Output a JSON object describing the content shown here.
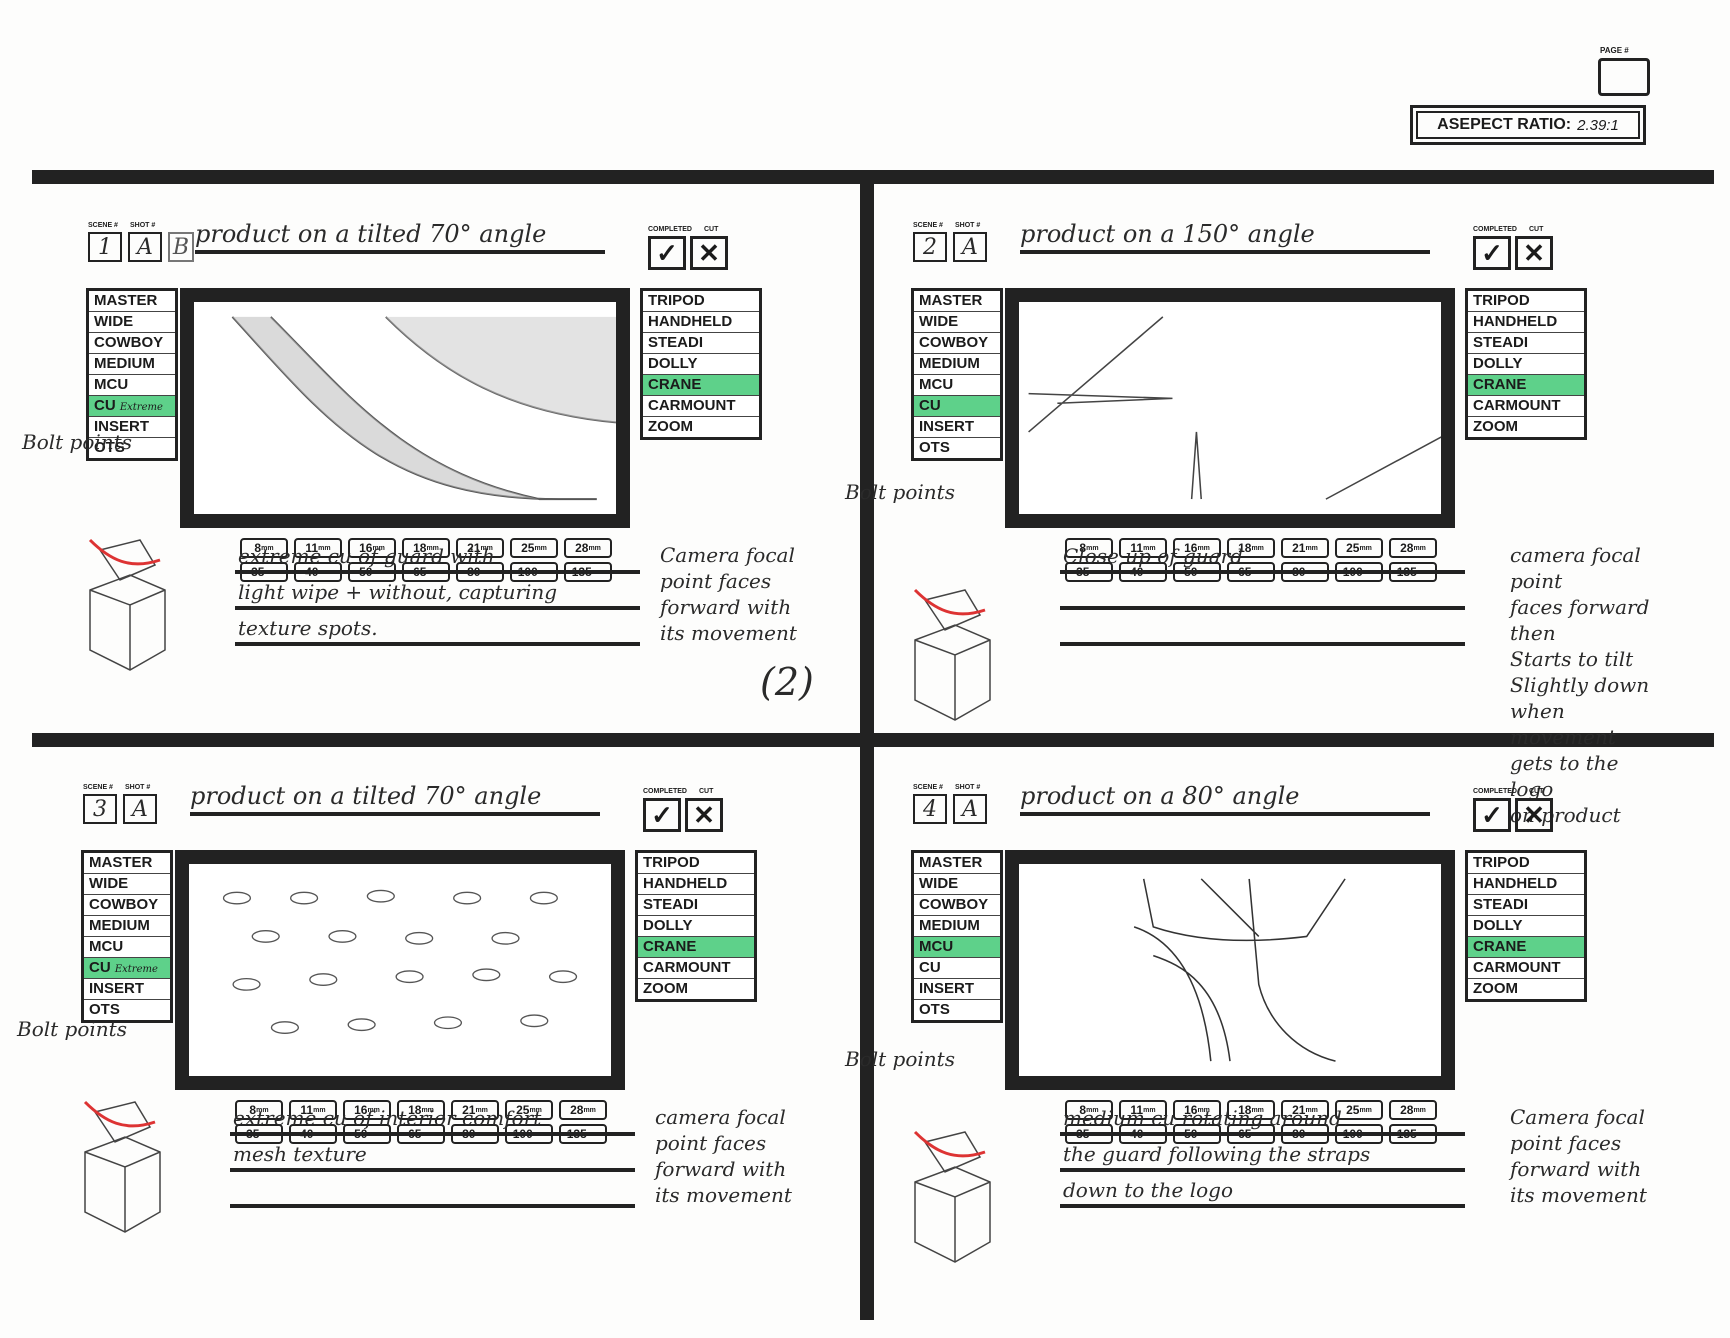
{
  "page": {
    "page_label": "PAGE #",
    "aspect_label": "ASEPECT RATIO:",
    "aspect_value": "2.39:1"
  },
  "labels": {
    "scene": "SCENE #",
    "shot": "SHOT #",
    "completed": "COMPLETED",
    "cut": "CUT",
    "check": "✓",
    "x": "✕"
  },
  "shot_types": [
    "MASTER",
    "WIDE",
    "COWBOY",
    "MEDIUM",
    "MCU",
    "CU",
    "INSERT",
    "OTS"
  ],
  "movements": [
    "TRIPOD",
    "HANDHELD",
    "STEADI",
    "DOLLY",
    "CRANE",
    "CARMOUNT",
    "ZOOM"
  ],
  "lenses": [
    {
      "num": "8",
      "unit": "mm"
    },
    {
      "num": "11",
      "unit": "mm"
    },
    {
      "num": "16",
      "unit": "mm"
    },
    {
      "num": "18",
      "unit": "mm"
    },
    {
      "num": "21",
      "unit": "mm"
    },
    {
      "num": "25",
      "unit": "mm"
    },
    {
      "num": "28",
      "unit": "mm"
    },
    {
      "num": "35",
      "unit": "mm"
    },
    {
      "num": "40",
      "unit": "mm"
    },
    {
      "num": "50",
      "unit": "mm"
    },
    {
      "num": "65",
      "unit": "mm"
    },
    {
      "num": "80",
      "unit": "mm"
    },
    {
      "num": "100",
      "unit": "mm"
    },
    {
      "num": "135",
      "unit": "mm"
    }
  ],
  "panels": [
    {
      "scene": "1",
      "shot": "A",
      "shot_extra": "B",
      "description": "product on a tilted 70° angle",
      "shot_highlight": "CU",
      "cu_note": "Extreme",
      "movement_highlight": "CRANE",
      "notes_lines": [
        "extreme cu of guard with",
        "light wipe + without, capturing",
        "texture spots."
      ],
      "side_note": "Camera focal\npoint faces\nforward with\nits movement",
      "bolt": "Bolt points",
      "circled": "(2)"
    },
    {
      "scene": "2",
      "shot": "A",
      "description": "product on a 150° angle",
      "shot_highlight": "CU",
      "movement_highlight": "CRANE",
      "notes_lines": [
        "Close up of guard",
        "",
        ""
      ],
      "side_note": "camera focal point\nfaces forward then\nStarts to tilt\nSlightly down\nwhen movement\ngets to the logo\non product",
      "bolt": "Bolt points"
    },
    {
      "scene": "3",
      "shot": "A",
      "description": "product on a tilted 70° angle",
      "shot_highlight": "CU",
      "cu_note": "Extreme",
      "movement_highlight": "CRANE",
      "notes_lines": [
        "extreme cu of interior comfort",
        "mesh texture",
        ""
      ],
      "side_note": "camera focal\npoint faces\nforward with\nits movement",
      "bolt": "Bolt points"
    },
    {
      "scene": "4",
      "shot": "A",
      "description": "product on a 80° angle",
      "shot_highlight": "MCU",
      "movement_highlight": "CRANE",
      "notes_lines": [
        "medium cu rotating around",
        "the guard following the straps",
        "down to the logo"
      ],
      "side_note": "Camera focal\npoint faces\nforward with\nits movement",
      "bolt": "Bolt points"
    }
  ]
}
